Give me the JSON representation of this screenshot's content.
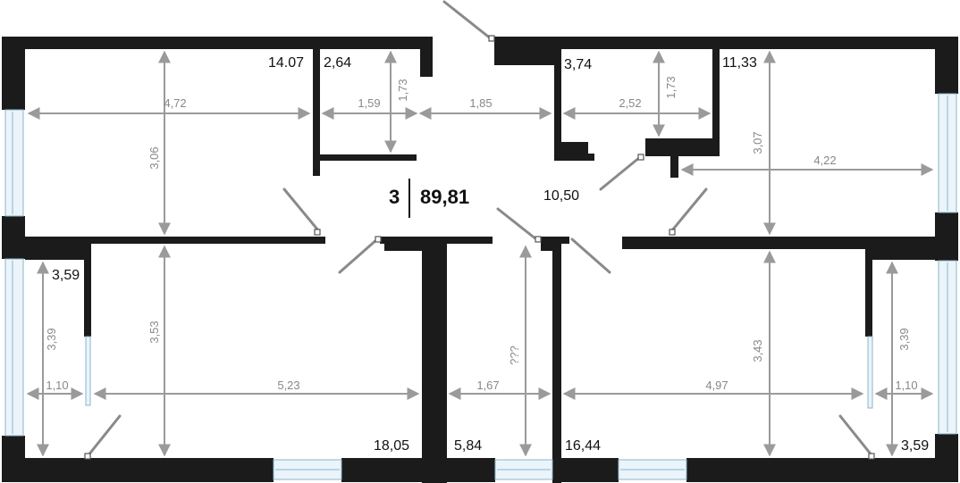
{
  "summary": {
    "rooms": "3",
    "total_area": "89,81"
  },
  "areas": {
    "room_top_left": "14.07",
    "wc_top": "2,64",
    "bath_top": "3,74",
    "room_top_right": "11,33",
    "hall": "10,50",
    "balcony_left": "3,59",
    "room_bottom_left": "18,05",
    "bath_bottom": "5,84",
    "room_bottom_right": "16,44",
    "balcony_right": "3,59"
  },
  "dimensions": {
    "d_472": "4,72",
    "d_306": "3,06",
    "d_159": "1,59",
    "d_173a": "1,73",
    "d_185": "1,85",
    "d_252": "2,52",
    "d_173b": "1,73",
    "d_307": "3,07",
    "d_422": "4,22",
    "d_339a": "3,39",
    "d_110a": "1,10",
    "d_353": "3,53",
    "d_523": "5,23",
    "d_qqq": "???",
    "d_167": "1,67",
    "d_343": "3,43",
    "d_497": "4,97",
    "d_339b": "3,39",
    "d_110b": "1,10"
  }
}
